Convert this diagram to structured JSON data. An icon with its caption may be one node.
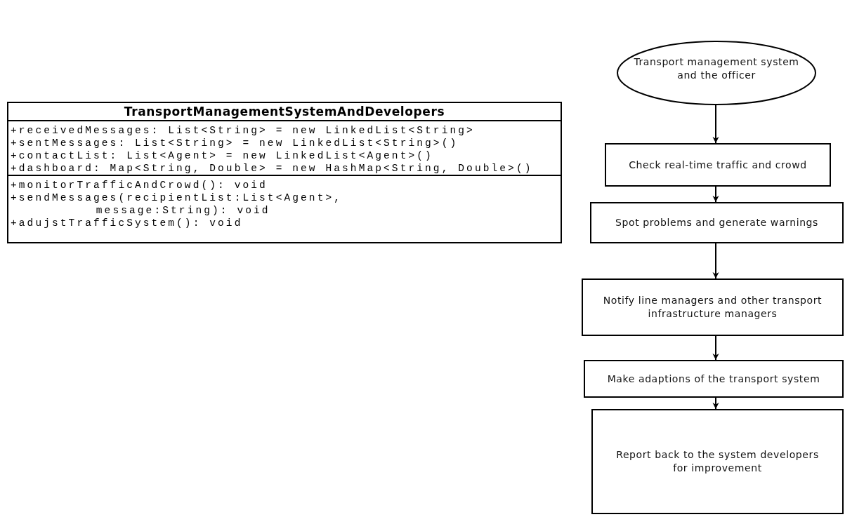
{
  "diagram": {
    "nodes": [
      {
        "text": [
          "TransportManagementSystemAndDevelopers"
        ]
      },
      {
        "text": [
          "+receivedMessages: List<String> = new LinkedList<String>",
          "+sentMessages: List<String> = new LinkedList<String>()",
          "+contactList: List<Agent> = new LinkedList<Agent>()",
          "+dashboard: Map<String, Double> = new HashMap<String, Double>()"
        ],
        "in": 0
      },
      {
        "text": [
          "+monitorTrafficAndCrowd(): void",
          "+sendMessages(recipientList:List<Agent>, message:String): void",
          "+adujstTrafficSystem(): void"
        ],
        "in": 0
      },
      {
        "text": [
          "Transport management system and the officer"
        ]
      },
      {
        "text": [
          "Check real-time traffic and crowd"
        ]
      },
      {
        "text": [
          "Spot problems and generate warnings"
        ]
      },
      {
        "text": [
          "Notify line managers and other transport infrastructure managers"
        ]
      },
      {
        "text": [
          "Make adaptions of the transport system"
        ]
      },
      {
        "text": [
          "Report back to the system developers for improvement"
        ]
      }
    ],
    "edges": [
      {
        "from": 3,
        "to": 4,
        "arrow": "to"
      },
      {
        "from": 4,
        "to": 5,
        "arrow": "to"
      },
      {
        "from": 5,
        "to": 6,
        "arrow": "to"
      },
      {
        "from": 6,
        "to": 7,
        "arrow": "to"
      },
      {
        "from": 7,
        "to": 8,
        "arrow": "to"
      }
    ]
  }
}
